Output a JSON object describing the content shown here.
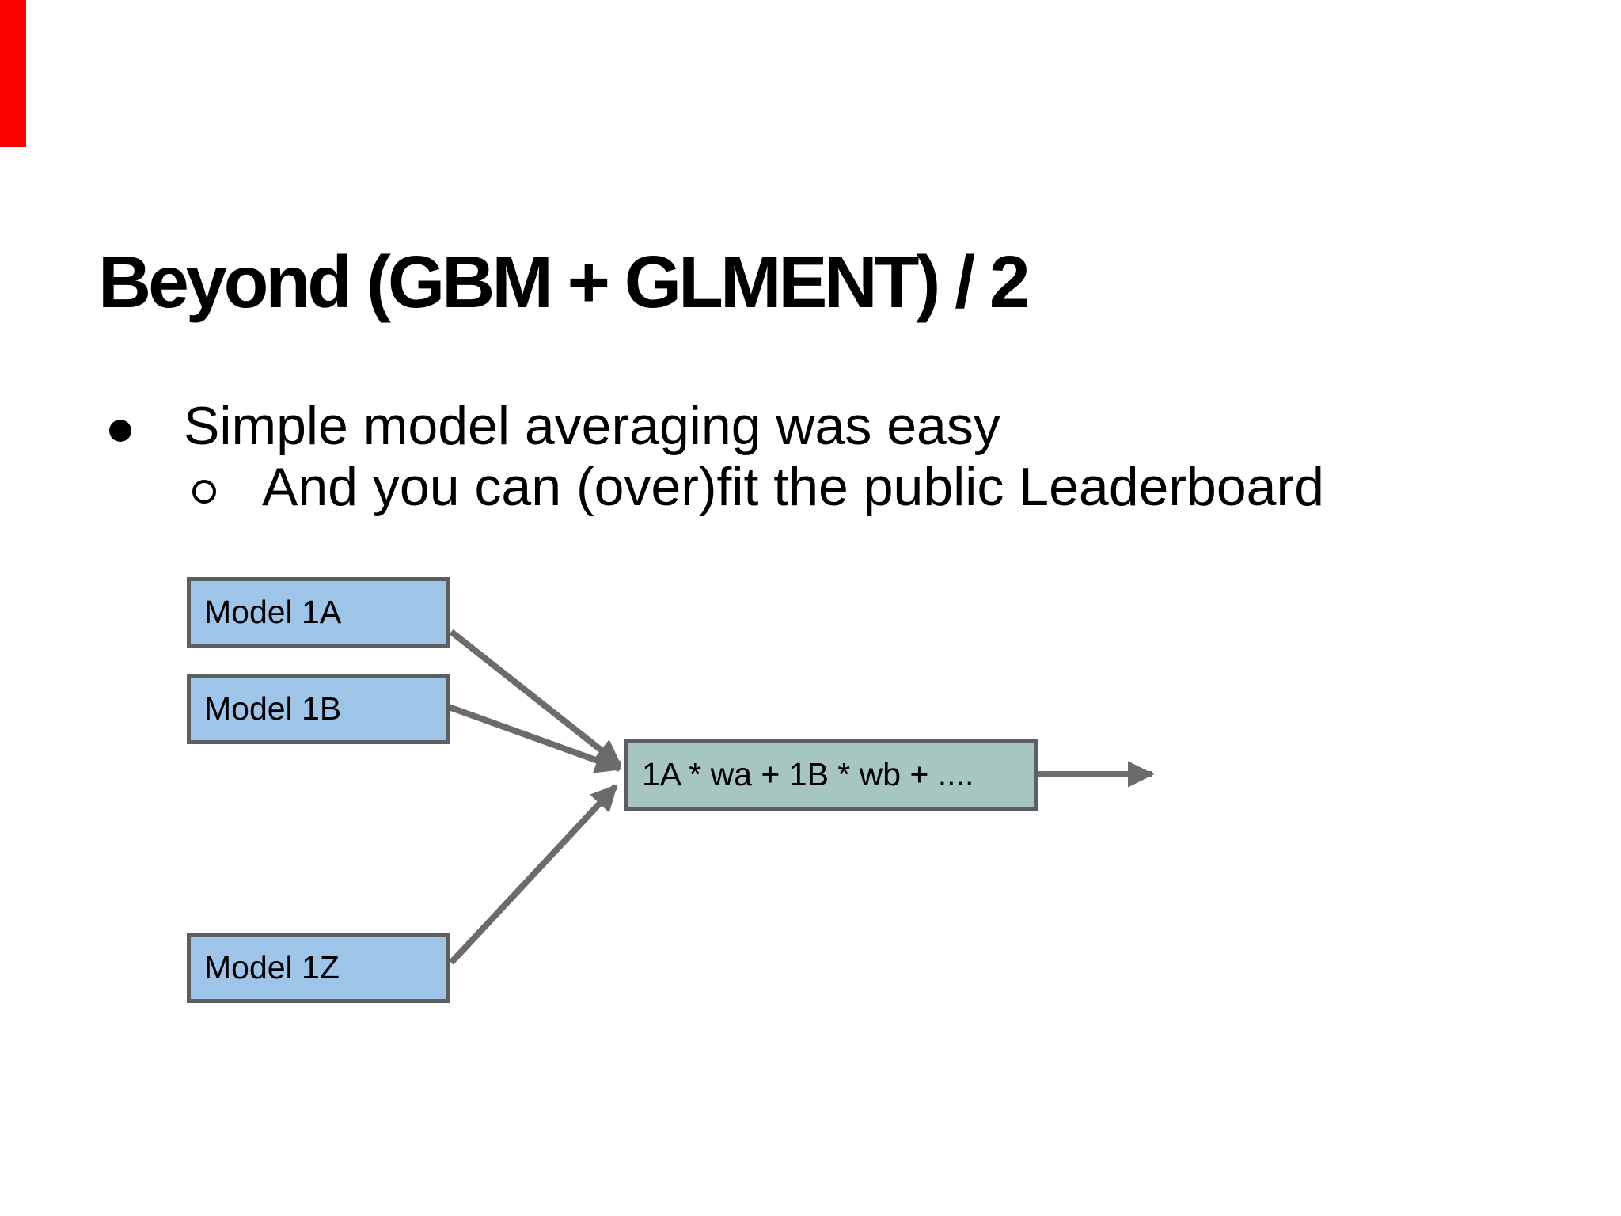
{
  "slide": {
    "title": "Beyond (GBM + GLMENT) / 2",
    "bullets": [
      {
        "level": 1,
        "text": "Simple model averaging was easy"
      },
      {
        "level": 2,
        "text": "And you can (over)fit the public Leaderboard"
      }
    ]
  },
  "diagram": {
    "model_boxes": [
      {
        "label": "Model 1A"
      },
      {
        "label": "Model 1B"
      },
      {
        "label": "Model 1Z"
      }
    ],
    "ensemble_box": {
      "label": "1A * wa + 1B * wb + ...."
    }
  },
  "colors": {
    "background": "#ffffff",
    "text": "#000000",
    "red_marker": "#fb0101",
    "model_box_fill": "#9ec4e7",
    "ensemble_box_fill": "#a7c5c1",
    "box_border": "#5d5e60",
    "arrow": "#6b6b6b"
  }
}
